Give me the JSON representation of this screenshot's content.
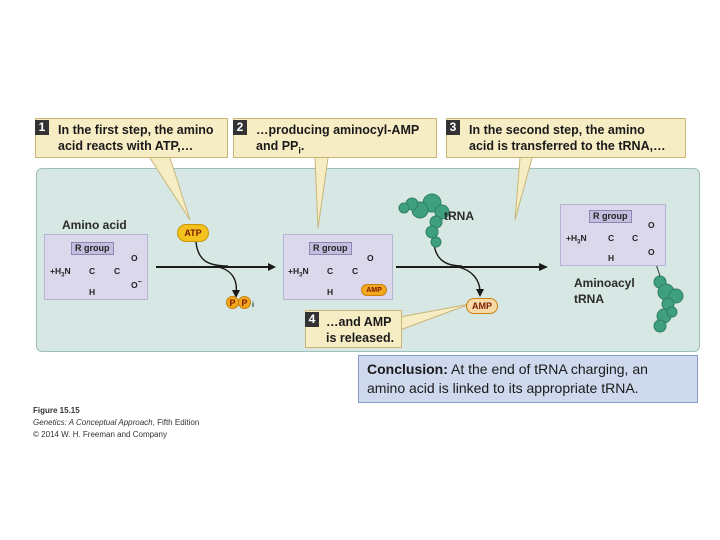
{
  "steps": [
    {
      "num": "1",
      "text_line1": "In the first step, the amino",
      "text_line2": "acid reacts with ATP,…"
    },
    {
      "num": "2",
      "text_line1": "…producing aminocyl-AMP",
      "text_line2": "and PP",
      "text_line2_sub": "i",
      "text_line2_end": "."
    },
    {
      "num": "3",
      "text_line1": "In the second step, the amino",
      "text_line2": "acid is transferred to the tRNA,…"
    },
    {
      "num": "4",
      "text_line1": "…and AMP",
      "text_line2": "is released."
    }
  ],
  "molecules": {
    "amino_acid_label": "Amino acid",
    "r_group": "R group",
    "amine": "+H",
    "amine_sub": "3",
    "amine_end": "N",
    "alpha_c": "C",
    "carboxyl_c": "C",
    "oxygen": "O",
    "oxygen_minus": "O",
    "minus_sign": "−",
    "hydrogen": "H",
    "amp_tag": "AMP"
  },
  "reagents": {
    "atp": "ATP",
    "pp_p1": "P",
    "pp_p2": "P",
    "pp_sub": "i",
    "trna": "tRNA",
    "amp_released": "AMP"
  },
  "product_label_line1": "Aminoacyl",
  "product_label_line2": "tRNA",
  "conclusion": {
    "bold_prefix": "Conclusion:",
    "line1_rest": " At the end of tRNA charging, an",
    "line2": "amino acid is linked to its appropriate tRNA."
  },
  "caption": {
    "figure": "Figure 15.15",
    "book": "Genetics: A Conceptual Approach",
    "edition": ", Fifth Edition",
    "copyright": "© 2014 W. H. Freeman and Company"
  },
  "colors": {
    "panel_bg": "#d6e7e4",
    "callout_bg": "#f7edc4",
    "molecule_bg": "#dcd8ec",
    "rgroup_bg": "#c4bde0",
    "atp_pill": "#f4c21d",
    "phosphate": "#f4a81d",
    "trna_green": "#3fa07e",
    "conclusion_bg": "#cfd9ee"
  }
}
